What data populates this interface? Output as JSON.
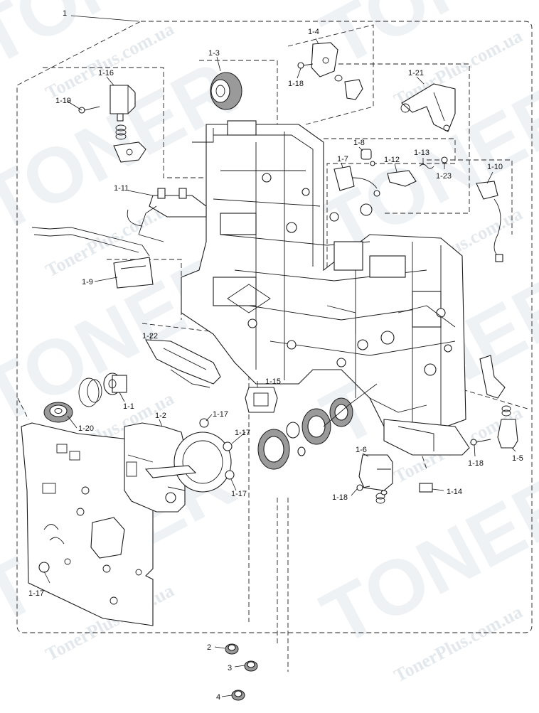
{
  "watermark": {
    "brand_word": "TONER",
    "site_text": "TonerPlus.com.ua"
  },
  "callouts": {
    "c1": "1",
    "c1_1": "1-1",
    "c1_2": "1-2",
    "c1_3": "1-3",
    "c1_4": "1-4",
    "c1_5": "1-5",
    "c1_6": "1-6",
    "c1_7": "1-7",
    "c1_8": "1-8",
    "c1_9": "1-9",
    "c1_10": "1-10",
    "c1_11": "1-11",
    "c1_12": "1-12",
    "c1_13": "1-13",
    "c1_14": "1-14",
    "c1_15": "1-15",
    "c1_16": "1-16",
    "c1_17": "1-17",
    "c1_18": "1-18",
    "c1_19": "1-19",
    "c1_20": "1-20",
    "c1_21": "1-21",
    "c1_22": "1-22",
    "c1_23": "1-23",
    "c2": "2",
    "c3": "3",
    "c4": "4"
  }
}
